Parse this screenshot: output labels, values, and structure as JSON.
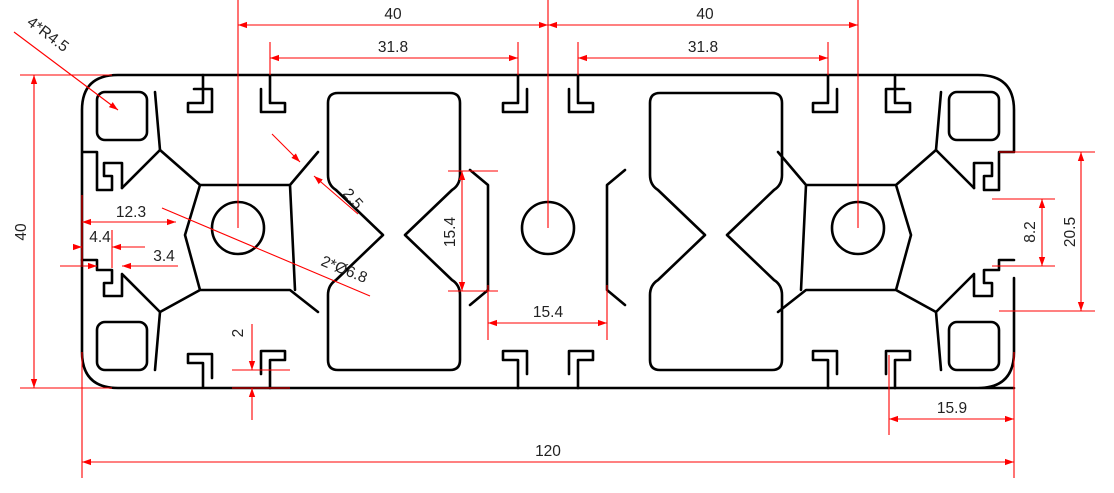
{
  "drawing": {
    "colors": {
      "dimension": "#ff0000",
      "outline": "#000000",
      "text": "#222222"
    },
    "dimensions": {
      "pitch_left": "40",
      "pitch_right": "40",
      "slot_top_left": "31.8",
      "slot_top_right": "31.8",
      "corner_radius": "4*R4.5",
      "height": "40",
      "groove_depth": "12.3",
      "slot_lip_4_4": "4.4",
      "slot_lip_3_4": "3.4",
      "web_thickness": "2.5",
      "bore": "2*Ø6.8",
      "core_height": "15.4",
      "core_width": "15.4",
      "wall_thickness": "2",
      "slot_opening": "8.2",
      "slot_width": "20.5",
      "end_offset": "15.9",
      "overall_length": "120"
    }
  }
}
